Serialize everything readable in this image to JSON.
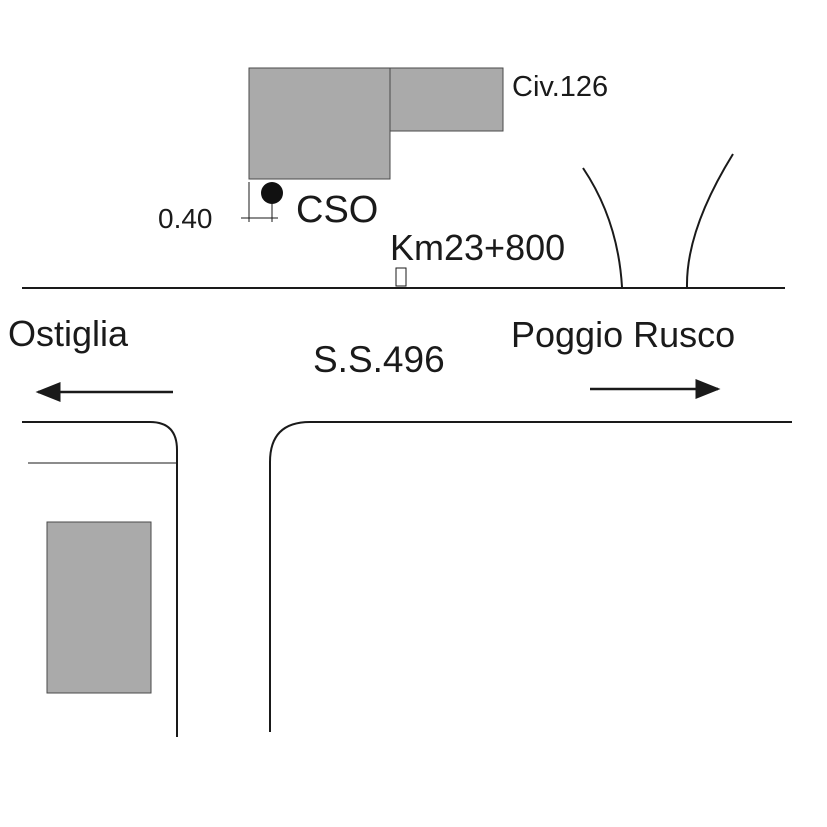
{
  "map": {
    "colors": {
      "background": "#ffffff",
      "building_fill": "#aaaaaa",
      "line": "#1a1a1a"
    },
    "labels": {
      "civic": "Civ.126",
      "cso": "CSO",
      "offset": "0.40",
      "kilometer": "Km23+800",
      "west_destination": "Ostiglia",
      "east_destination": "Poggio Rusco",
      "road_name": "S.S.496"
    },
    "arrows": {
      "west": "arrow-left-icon",
      "east": "arrow-right-icon"
    },
    "markers": {
      "cso_point": "filled-circle-icon",
      "km_marker": "small-rectangle-icon"
    }
  }
}
